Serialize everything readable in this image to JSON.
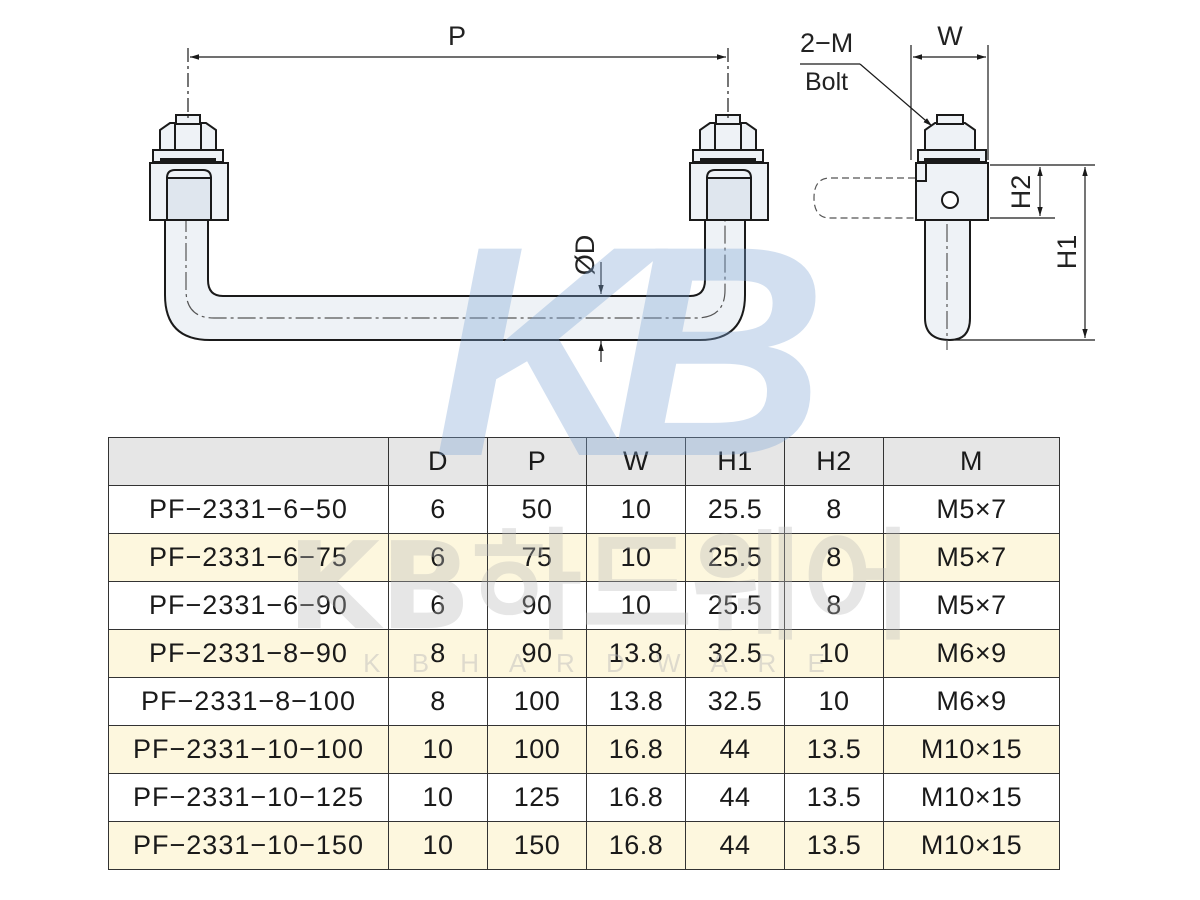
{
  "drawing": {
    "labels": {
      "p": "P",
      "w": "W",
      "bolt_qty": "2−M",
      "bolt_word": "Bolt",
      "diameter": "ØD",
      "h1": "H1",
      "h2": "H2"
    }
  },
  "watermark": {
    "logo_letters": "KB",
    "brand": "KB하드웨어",
    "tagline": "K B   H A R D W A R E"
  },
  "table": {
    "headers": [
      "",
      "D",
      "P",
      "W",
      "H1",
      "H2",
      "M"
    ],
    "rows": [
      [
        "PF−2331−6−50",
        "6",
        "50",
        "10",
        "25.5",
        "8",
        "M5×7"
      ],
      [
        "PF−2331−6−75",
        "6",
        "75",
        "10",
        "25.5",
        "8",
        "M5×7"
      ],
      [
        "PF−2331−6−90",
        "6",
        "90",
        "10",
        "25.5",
        "8",
        "M5×7"
      ],
      [
        "PF−2331−8−90",
        "8",
        "90",
        "13.8",
        "32.5",
        "10",
        "M6×9"
      ],
      [
        "PF−2331−8−100",
        "8",
        "100",
        "13.8",
        "32.5",
        "10",
        "M6×9"
      ],
      [
        "PF−2331−10−100",
        "10",
        "100",
        "16.8",
        "44",
        "13.5",
        "M10×15"
      ],
      [
        "PF−2331−10−125",
        "10",
        "125",
        "16.8",
        "44",
        "13.5",
        "M10×15"
      ],
      [
        "PF−2331−10−150",
        "10",
        "150",
        "16.8",
        "44",
        "13.5",
        "M10×15"
      ]
    ]
  },
  "colors": {
    "handle_fill": "#eef2f6",
    "outline": "#1a1a1a",
    "header_bg": "#e6e6e6",
    "alt_row_bg": "#fdf7de",
    "watermark_blue": "#7fa6d6",
    "watermark_gray": "#b9b9b9"
  }
}
